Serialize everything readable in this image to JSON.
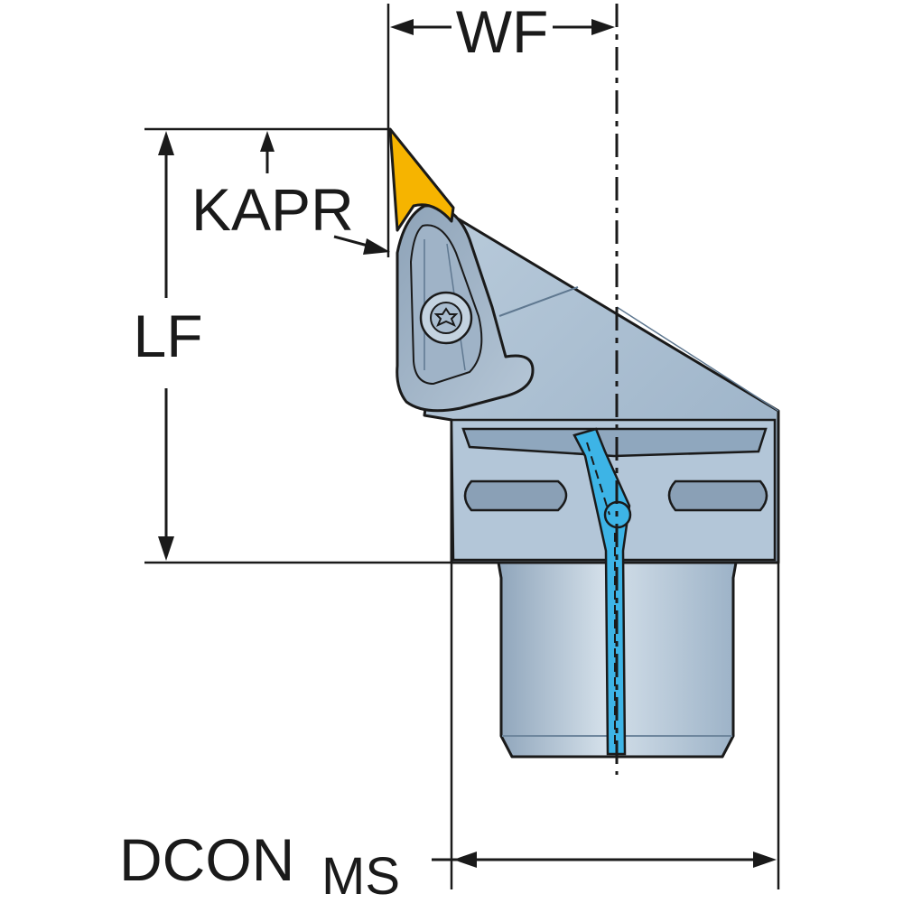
{
  "labels": {
    "wf": "WF",
    "kapr": "KAPR",
    "lf": "LF",
    "dcon": "DCON",
    "dcon_sub": "MS"
  },
  "colors": {
    "body": "#a8bccf",
    "body_light": "#c4d3e0",
    "body_dark": "#7f96ad",
    "insert": "#f6b400",
    "coolant": "#3db4e6",
    "line": "#1a1a1a"
  }
}
